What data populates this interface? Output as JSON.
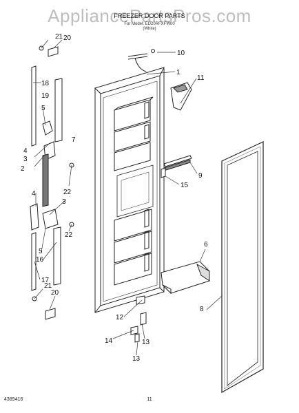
{
  "header": {
    "watermark": "AppliancePartsPros.com",
    "title": "FREEZER DOOR PARTS",
    "model_line": "For Model: ED20RFXFW00",
    "color_line": "(White)"
  },
  "footer": {
    "diagram_code": "4389416",
    "page_number": "11"
  },
  "callouts": [
    {
      "id": "c10",
      "text": "10"
    },
    {
      "id": "c1",
      "text": "1"
    },
    {
      "id": "c11",
      "text": "11"
    },
    {
      "id": "c9",
      "text": "9"
    },
    {
      "id": "c15",
      "text": "15"
    },
    {
      "id": "c6",
      "text": "6"
    },
    {
      "id": "c8",
      "text": "8"
    },
    {
      "id": "c12",
      "text": "12"
    },
    {
      "id": "c14",
      "text": "14"
    },
    {
      "id": "c13a",
      "text": "13"
    },
    {
      "id": "c13b",
      "text": "13"
    },
    {
      "id": "c21a",
      "text": "21"
    },
    {
      "id": "c20a",
      "text": "20"
    },
    {
      "id": "c18",
      "text": "18"
    },
    {
      "id": "c19",
      "text": "19"
    },
    {
      "id": "c5a",
      "text": "5"
    },
    {
      "id": "c7",
      "text": "7"
    },
    {
      "id": "c4a",
      "text": "4"
    },
    {
      "id": "c3a",
      "text": "3"
    },
    {
      "id": "c2",
      "text": "2"
    },
    {
      "id": "c22a",
      "text": "22"
    },
    {
      "id": "c4b",
      "text": "4"
    },
    {
      "id": "c3b",
      "text": "3"
    },
    {
      "id": "c22b",
      "text": "22"
    },
    {
      "id": "c5b",
      "text": "5"
    },
    {
      "id": "c16",
      "text": "16"
    },
    {
      "id": "c17",
      "text": "17"
    },
    {
      "id": "c21b",
      "text": "21"
    },
    {
      "id": "c20b",
      "text": "20"
    }
  ]
}
